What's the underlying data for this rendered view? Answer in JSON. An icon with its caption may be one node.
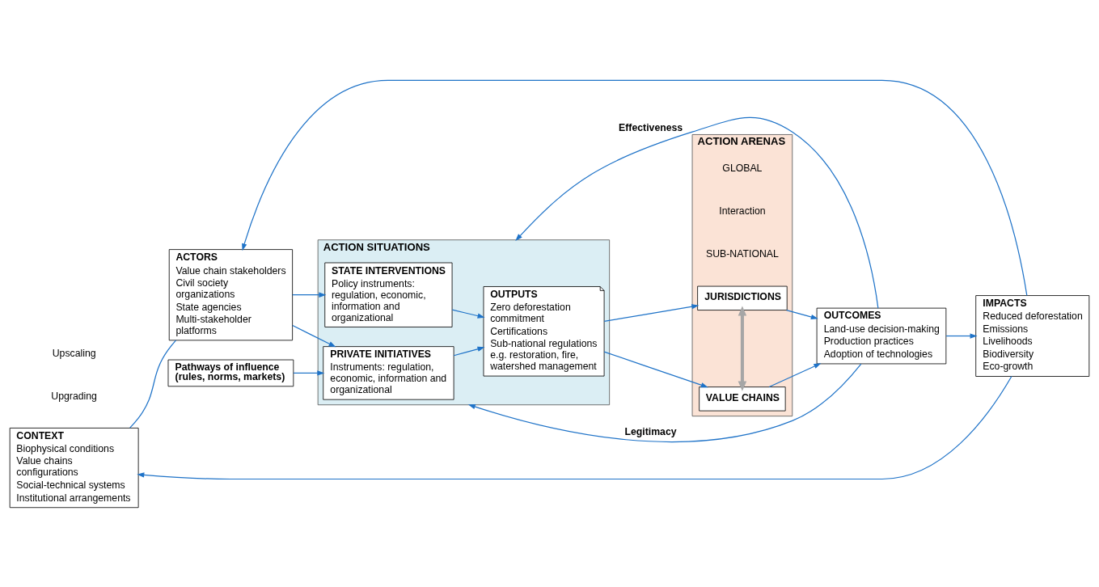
{
  "diagram": {
    "nodes": [
      {
        "text": [
          "CONTEXT",
          "Biophysical conditions",
          "Value chains configurations",
          "Social-technical systems",
          "Institutional arrangements"
        ]
      },
      {
        "text": [
          "Pathways of influence (rules, norms, markets)"
        ]
      },
      {
        "text": [
          "ACTORS",
          "Value chain stakeholders",
          "Civil society organizations",
          "State agencies",
          "Multi-stakeholder platforms"
        ]
      },
      {
        "text": [
          "ACTION SITUATIONS"
        ]
      },
      {
        "text": [
          "PRIVATE INITIATIVES",
          "Instruments: regulation, economic, information and organizational"
        ],
        "in": 3
      },
      {
        "text": [
          "OUTPUTS",
          "Zero deforestation commitment",
          "Certifications",
          "Sub-national regulations e.g. restoration, fire, watershed management"
        ],
        "in": 3
      },
      {
        "text": [
          "STATE INTERVENTIONS",
          "Policy instruments: regulation, economic, information and organizational"
        ],
        "in": 3
      },
      {
        "text": [
          "ACTION ARENAS",
          "GLOBAL",
          "Interaction",
          "SUB-NATIONAL"
        ]
      },
      {
        "text": [
          "VALUE CHAINS"
        ],
        "in": 7
      },
      {
        "text": [
          "JURISDICTIONS"
        ],
        "in": 7
      },
      {
        "text": [
          "OUTCOMES",
          "Land-use decision-making",
          "Production practices",
          "Adoption of technologies"
        ]
      },
      {
        "text": [
          "IMPACTS",
          "Reduced deforestation",
          "Emissions",
          "Livelihoods",
          "Biodiversity",
          "Eco-growth"
        ]
      }
    ],
    "edges": [
      {
        "from": 0,
        "to": 2,
        "arrow": "none"
      },
      {
        "from": 1,
        "to": 4,
        "arrow": "to"
      },
      {
        "from": 2,
        "to": 4,
        "arrow": "to"
      },
      {
        "from": 2,
        "to": 6,
        "arrow": "to"
      },
      {
        "from": 4,
        "to": 5,
        "arrow": "to"
      },
      {
        "from": 6,
        "to": 5,
        "arrow": "to"
      },
      {
        "from": 5,
        "to": 8,
        "arrow": "to"
      },
      {
        "from": 5,
        "to": 9,
        "arrow": "to"
      },
      {
        "from": 8,
        "to": 9,
        "arrow": "both",
        "style": "thick",
        "color": "#a6a6a6"
      },
      {
        "from": 8,
        "to": 10,
        "arrow": "to"
      },
      {
        "from": 9,
        "to": 10,
        "arrow": "to"
      },
      {
        "from": 10,
        "to": 11,
        "arrow": "to"
      },
      {
        "from": 10,
        "to": 3,
        "arrow": "to",
        "label": "Effectiveness"
      },
      {
        "from": 10,
        "to": 3,
        "arrow": "to",
        "label": "Legitimacy"
      },
      {
        "from": 11,
        "to": 0,
        "arrow": "to"
      },
      {
        "from": 11,
        "to": 2,
        "arrow": "to"
      }
    ],
    "labels": [
      "Upgrading",
      "Upscaling"
    ]
  }
}
